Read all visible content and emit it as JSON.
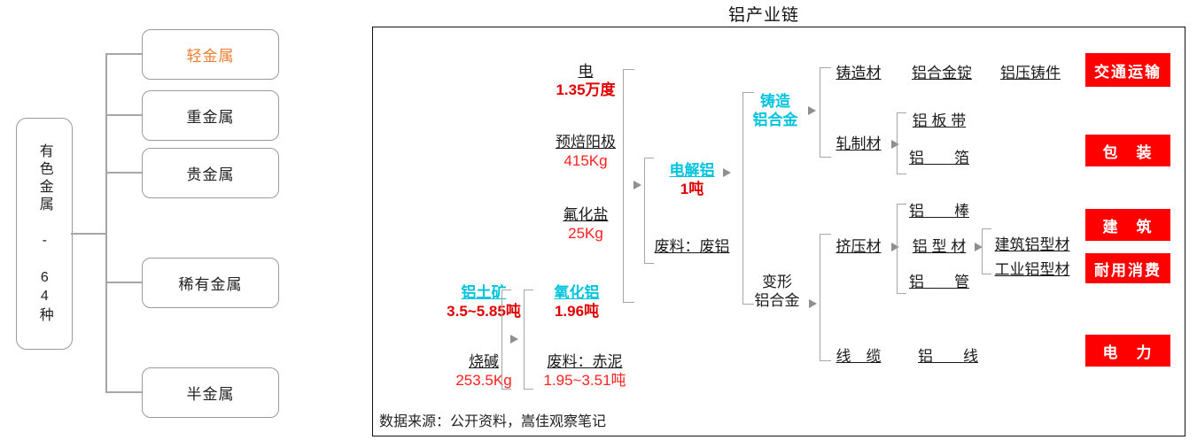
{
  "left_tree": {
    "root": "有色金属 - 64种",
    "children": [
      {
        "label": "轻金属",
        "color": "#ED7D31"
      },
      {
        "label": "重金属",
        "color": "#222222"
      },
      {
        "label": "贵金属",
        "color": "#222222"
      },
      {
        "label": "稀有金属",
        "color": "#222222"
      },
      {
        "label": "半金属",
        "color": "#222222"
      }
    ]
  },
  "chain": {
    "title": "铝产业链",
    "source_note": "数据来源：公开资料，嵩佳观察笔记",
    "inputs": [
      {
        "name": "电",
        "value": "1.35万度"
      },
      {
        "name": "预焙阳极",
        "value": "415Kg"
      },
      {
        "name": "氟化盐",
        "value": "25Kg"
      }
    ],
    "bauxite": {
      "name": "铝土矿",
      "value": "3.5~5.85吨"
    },
    "caustic": {
      "name": "烧碱",
      "value": "253.5Kg"
    },
    "alumina": {
      "name": "氧化铝",
      "value": "1.96吨"
    },
    "red_mud": {
      "name": "废料：赤泥",
      "value": "1.95~3.51吨"
    },
    "electrolytic": {
      "name": "电解铝",
      "value": "1吨",
      "waste": "废料：废铝"
    },
    "cast_alloy": {
      "line1": "铸造",
      "line2": "铝合金"
    },
    "wrought_alloy": {
      "line1": "变形",
      "line2": "铝合金"
    },
    "cast_branches": [
      {
        "label": "铸造材"
      },
      {
        "label": "轧制材"
      }
    ],
    "wrought_branches": [
      {
        "label": "挤压材"
      },
      {
        "label": "线　缆"
      }
    ],
    "products": {
      "ingot": "铝合金锭",
      "diecast": "铝压铸件",
      "sheet": "铝 板 带",
      "foil": "铝　　箔",
      "bar": "铝　　棒",
      "profile": "铝 型 材",
      "tube": "铝　　管",
      "wire": "铝　　线",
      "arch_profile": "建筑铝型材",
      "ind_profile": "工业铝型材"
    },
    "end_uses": [
      {
        "label": "交通运输"
      },
      {
        "label": "包　装"
      },
      {
        "label": "建　筑"
      },
      {
        "label": "耐用消费"
      },
      {
        "label": "电　力"
      }
    ],
    "colors": {
      "red": "#FF0000",
      "cyan": "#00C4DE",
      "value_red": "#FF2020",
      "orange": "#ED7D31"
    }
  }
}
